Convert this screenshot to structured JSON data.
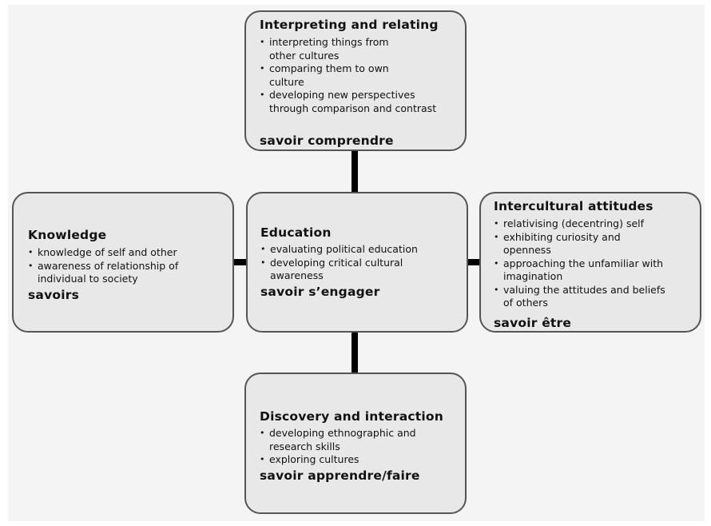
{
  "diagram": {
    "boxes": {
      "top": {
        "title": "Interpreting and relating",
        "items": [
          "interpreting things from other cultures",
          "comparing them to own culture",
          "developing new perspectives through comparison and contrast"
        ],
        "savoir": "savoir comprendre"
      },
      "left": {
        "title": "Knowledge",
        "items": [
          "knowledge of self and other",
          "awareness of relationship of individual to society"
        ],
        "savoir": "savoirs"
      },
      "center": {
        "title": "Education",
        "items": [
          "evaluating political education",
          "developing critical cultural awareness"
        ],
        "savoir": "savoir s’engager"
      },
      "right": {
        "title": "Intercultural attitudes",
        "items": [
          "relativising (decentring) self",
          "exhibiting curiosity and openness",
          "approaching the unfamiliar with imagination",
          "valuing the attitudes and beliefs of others"
        ],
        "savoir": "savoir être"
      },
      "bottom": {
        "title": "Discovery and interaction",
        "items": [
          "developing ethnographic and research skills",
          "exploring cultures"
        ],
        "savoir": "savoir apprendre/faire"
      }
    }
  }
}
